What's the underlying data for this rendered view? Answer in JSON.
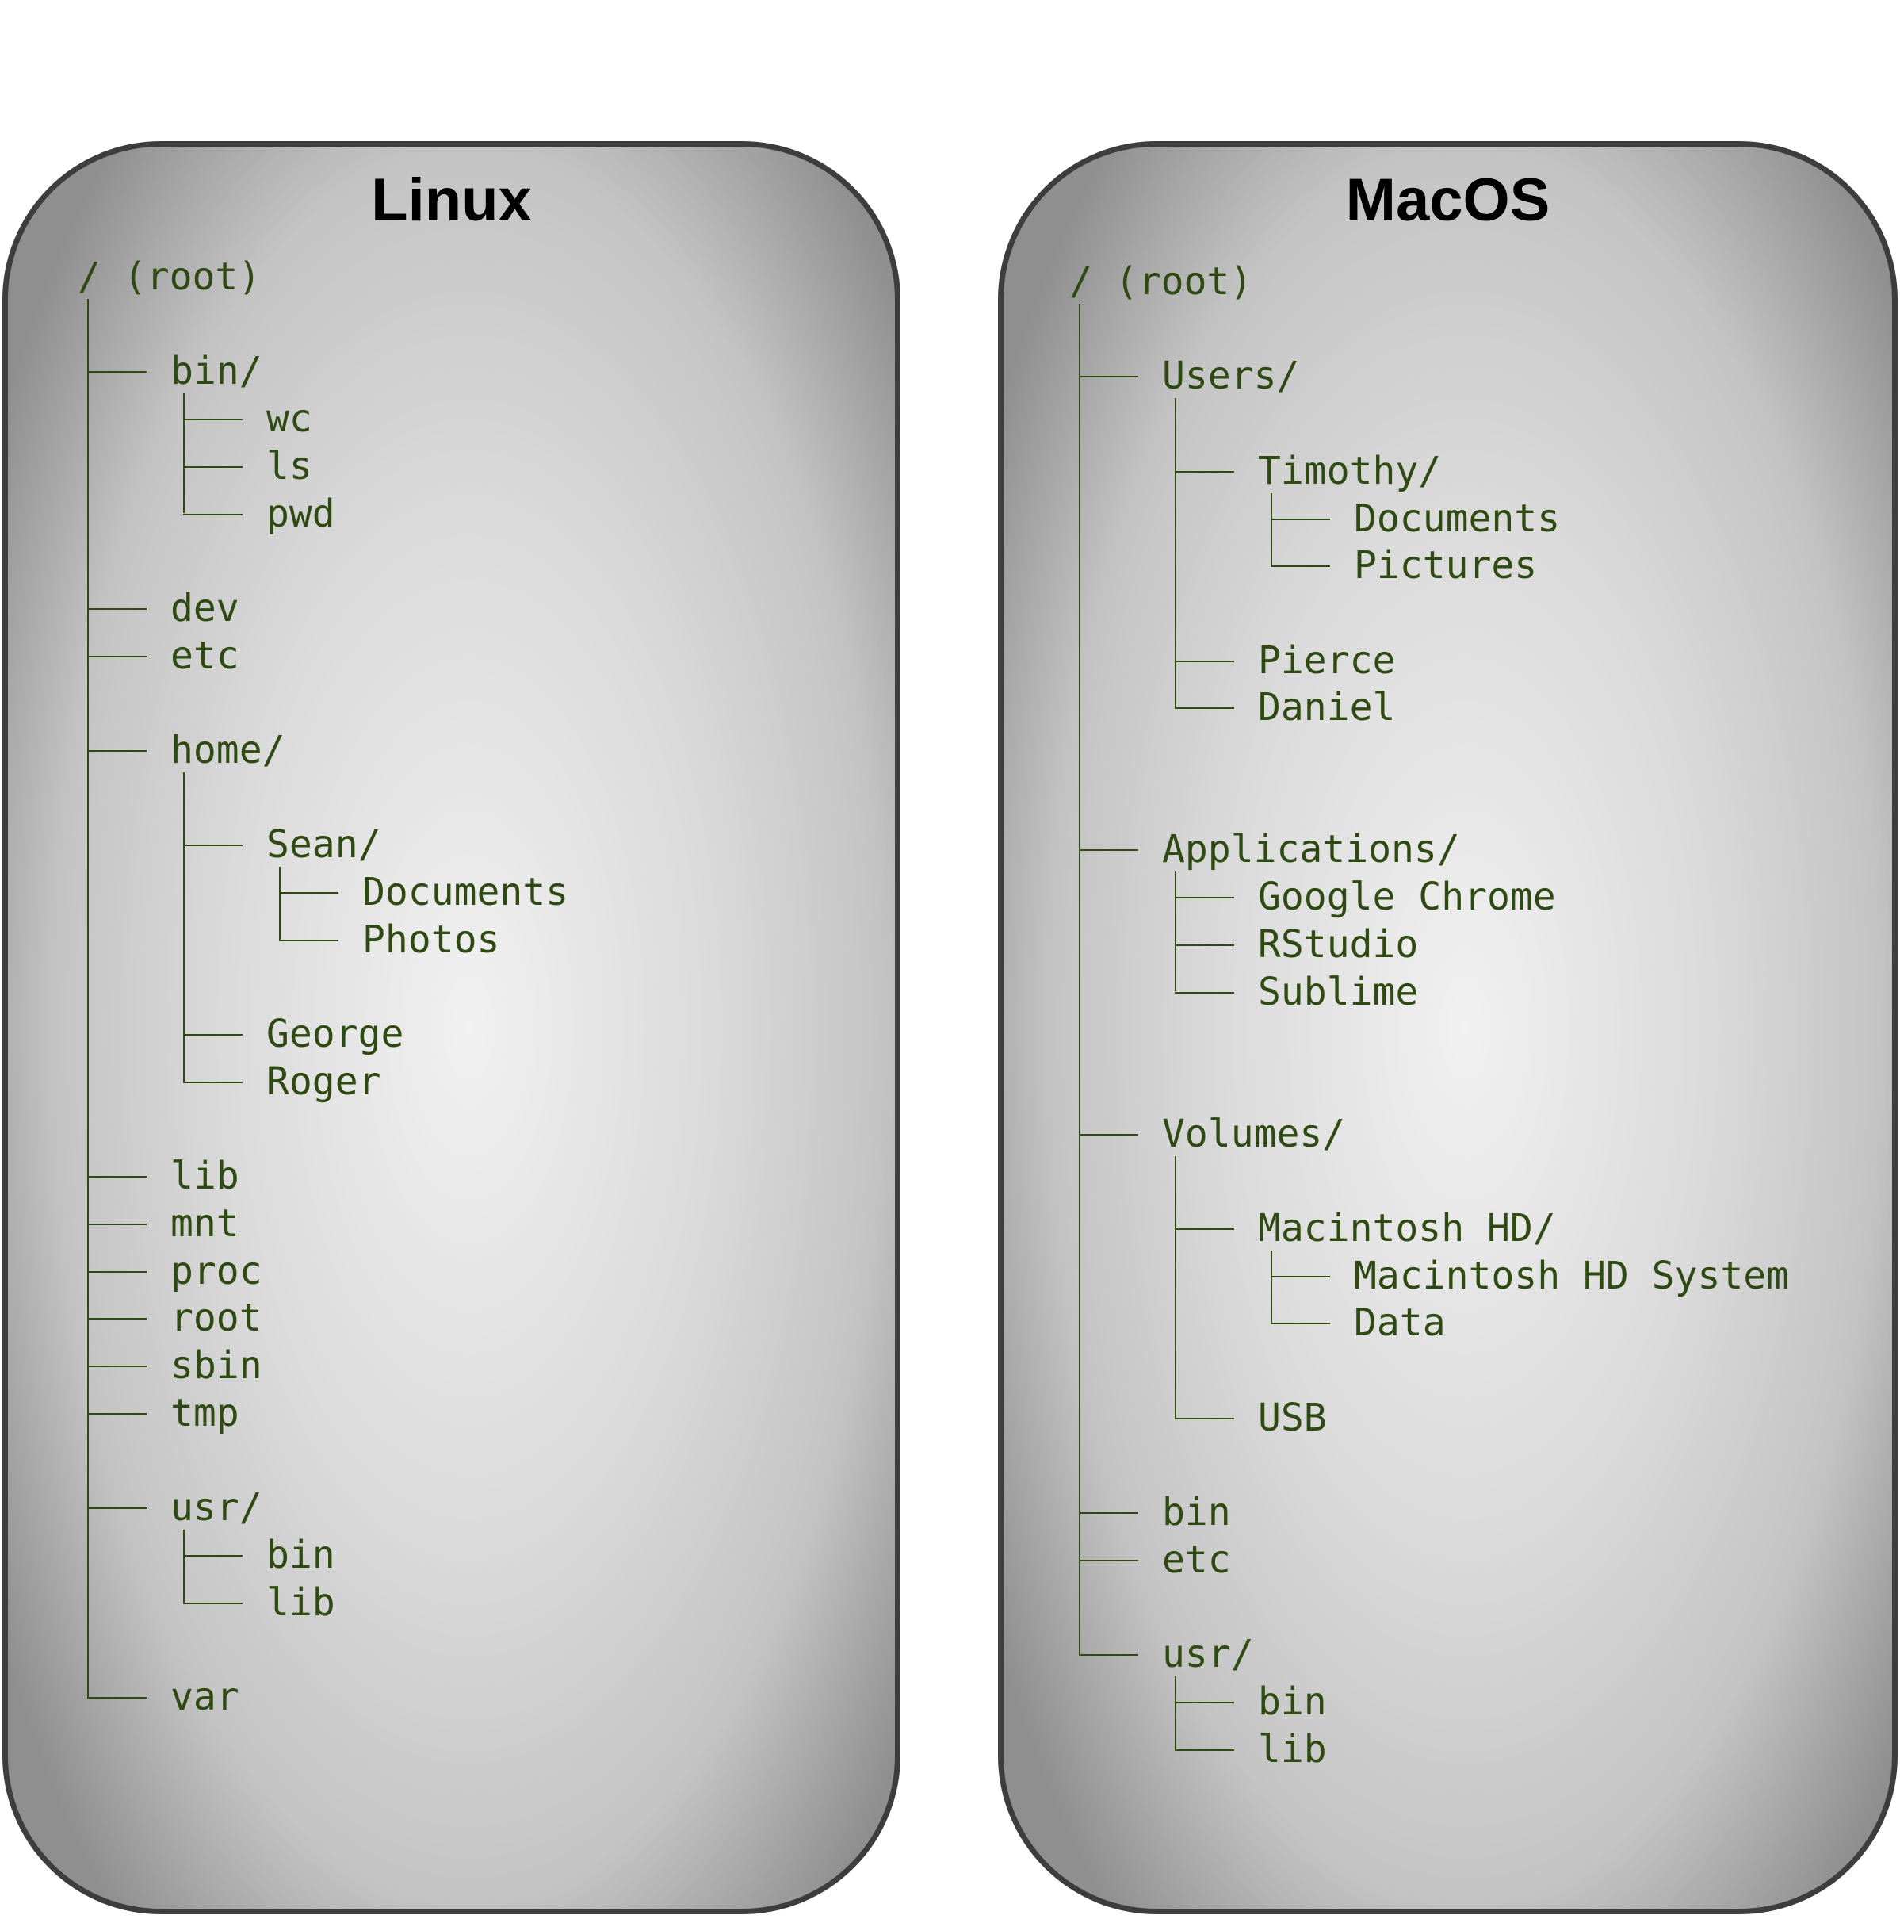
{
  "colors": {
    "tree_text": "#2e4a12",
    "panel_border": "#3d3d3d",
    "panel_center": "#f1f1f1",
    "panel_edge": "#8f8f8f",
    "title": "#000000"
  },
  "panels": [
    {
      "title": "Linux",
      "root": "/ (root)",
      "children": [
        {
          "label": "bin/",
          "children": [
            {
              "label": "wc"
            },
            {
              "label": "ls"
            },
            {
              "label": "pwd"
            }
          ]
        },
        {
          "label": "dev"
        },
        {
          "label": "etc"
        },
        {
          "label": "home/",
          "children": [
            {
              "label": "Sean/",
              "children": [
                {
                  "label": "Documents"
                },
                {
                  "label": "Photos"
                }
              ]
            },
            {
              "label": "George"
            },
            {
              "label": "Roger"
            }
          ]
        },
        {
          "label": "lib"
        },
        {
          "label": "mnt"
        },
        {
          "label": "proc"
        },
        {
          "label": "root"
        },
        {
          "label": "sbin"
        },
        {
          "label": "tmp"
        },
        {
          "label": "usr/",
          "children": [
            {
              "label": "bin"
            },
            {
              "label": "lib"
            }
          ]
        },
        {
          "label": "var"
        }
      ]
    },
    {
      "title": "MacOS",
      "root": "/ (root)",
      "children": [
        {
          "label": "Users/",
          "children": [
            {
              "label": "Timothy/",
              "children": [
                {
                  "label": "Documents"
                },
                {
                  "label": "Pictures"
                }
              ]
            },
            {
              "label": "Pierce"
            },
            {
              "label": "Daniel"
            }
          ]
        },
        {
          "label": "Applications/",
          "children": [
            {
              "label": "Google Chrome"
            },
            {
              "label": "RStudio"
            },
            {
              "label": "Sublime"
            }
          ]
        },
        {
          "label": "Volumes/",
          "children": [
            {
              "label": "Macintosh HD/",
              "children": [
                {
                  "label": "Macintosh HD System"
                },
                {
                  "label": "Data"
                }
              ]
            },
            {
              "label": "USB"
            }
          ]
        },
        {
          "label": "bin"
        },
        {
          "label": "etc"
        },
        {
          "label": "usr/",
          "children": [
            {
              "label": "bin"
            },
            {
              "label": "lib"
            }
          ]
        }
      ]
    }
  ]
}
